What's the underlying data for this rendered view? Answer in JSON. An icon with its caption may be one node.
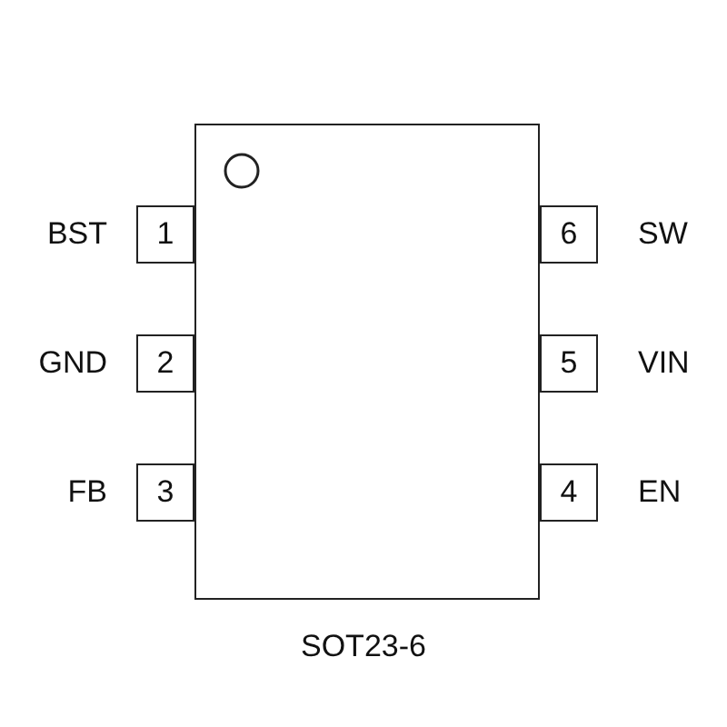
{
  "diagram": {
    "caption": "SOT23-6",
    "nodes": [
      {
        "text": [],
        "shape": "box"
      },
      {
        "text": [
          "1"
        ],
        "beside": [
          "BST"
        ]
      },
      {
        "text": [
          "6"
        ],
        "beside": [
          "SW"
        ]
      },
      {
        "text": [
          "2"
        ],
        "beside": [
          "GND"
        ]
      },
      {
        "text": [
          "5"
        ],
        "beside": [
          "VIN"
        ]
      },
      {
        "text": [
          "3"
        ],
        "beside": [
          "FB"
        ]
      },
      {
        "text": [
          "4"
        ],
        "beside": [
          "EN"
        ]
      }
    ]
  }
}
